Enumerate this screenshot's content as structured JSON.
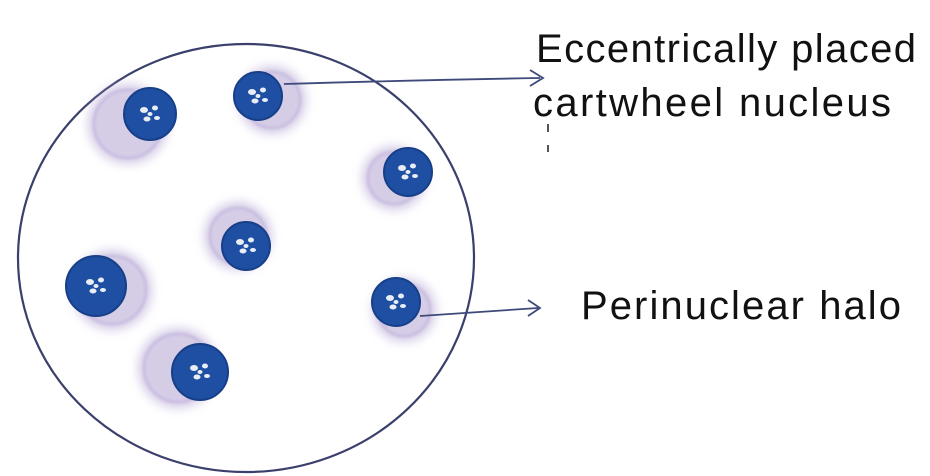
{
  "labels": {
    "nucleus_line1": "Eccentrically placed",
    "nucleus_line2": "cartwheel nucleus",
    "halo": "Perinuclear halo"
  },
  "colors": {
    "nucleus": "#1f4fa3",
    "nucleus_dark": "#173f88",
    "halo": "#b3a3d3",
    "outline": "#3a3f6b",
    "arrow": "#3d4a7a",
    "chromatin": "#ffffff"
  }
}
